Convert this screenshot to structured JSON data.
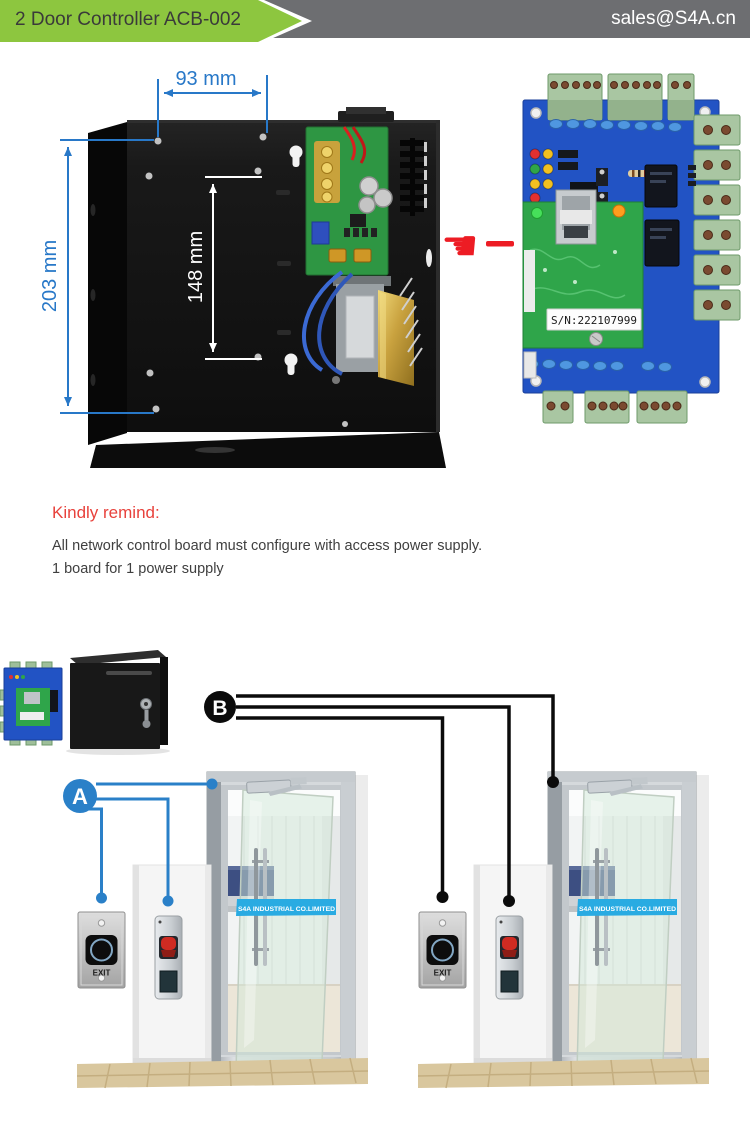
{
  "header": {
    "title": "2 Door Controller ACB-002",
    "email": "sales@S4A.cn"
  },
  "product": {
    "dim_width": "93 mm",
    "dim_height": "203 mm",
    "dim_inner": "148 mm",
    "serial": "S/N:222107999"
  },
  "remind": {
    "heading": "Kindly remind:",
    "line1": "All network control board must configure with access power supply.",
    "line2": "1 board for 1 power supply"
  },
  "diagram": {
    "label_a": "A",
    "label_b": "B",
    "exit_label": "EXIT",
    "door_banner": "S4A INDUSTRIAL CO.LIMITED"
  },
  "colors": {
    "header_green": "#8dc63f",
    "header_gray": "#6d6e71",
    "dim_blue": "#2878c8",
    "accent_red": "#ed1c24",
    "wire_blue": "#2a80c8",
    "wire_black": "#0b0b0b",
    "banner_blue": "#29abe2",
    "pcb_blue": "#2253c4"
  }
}
